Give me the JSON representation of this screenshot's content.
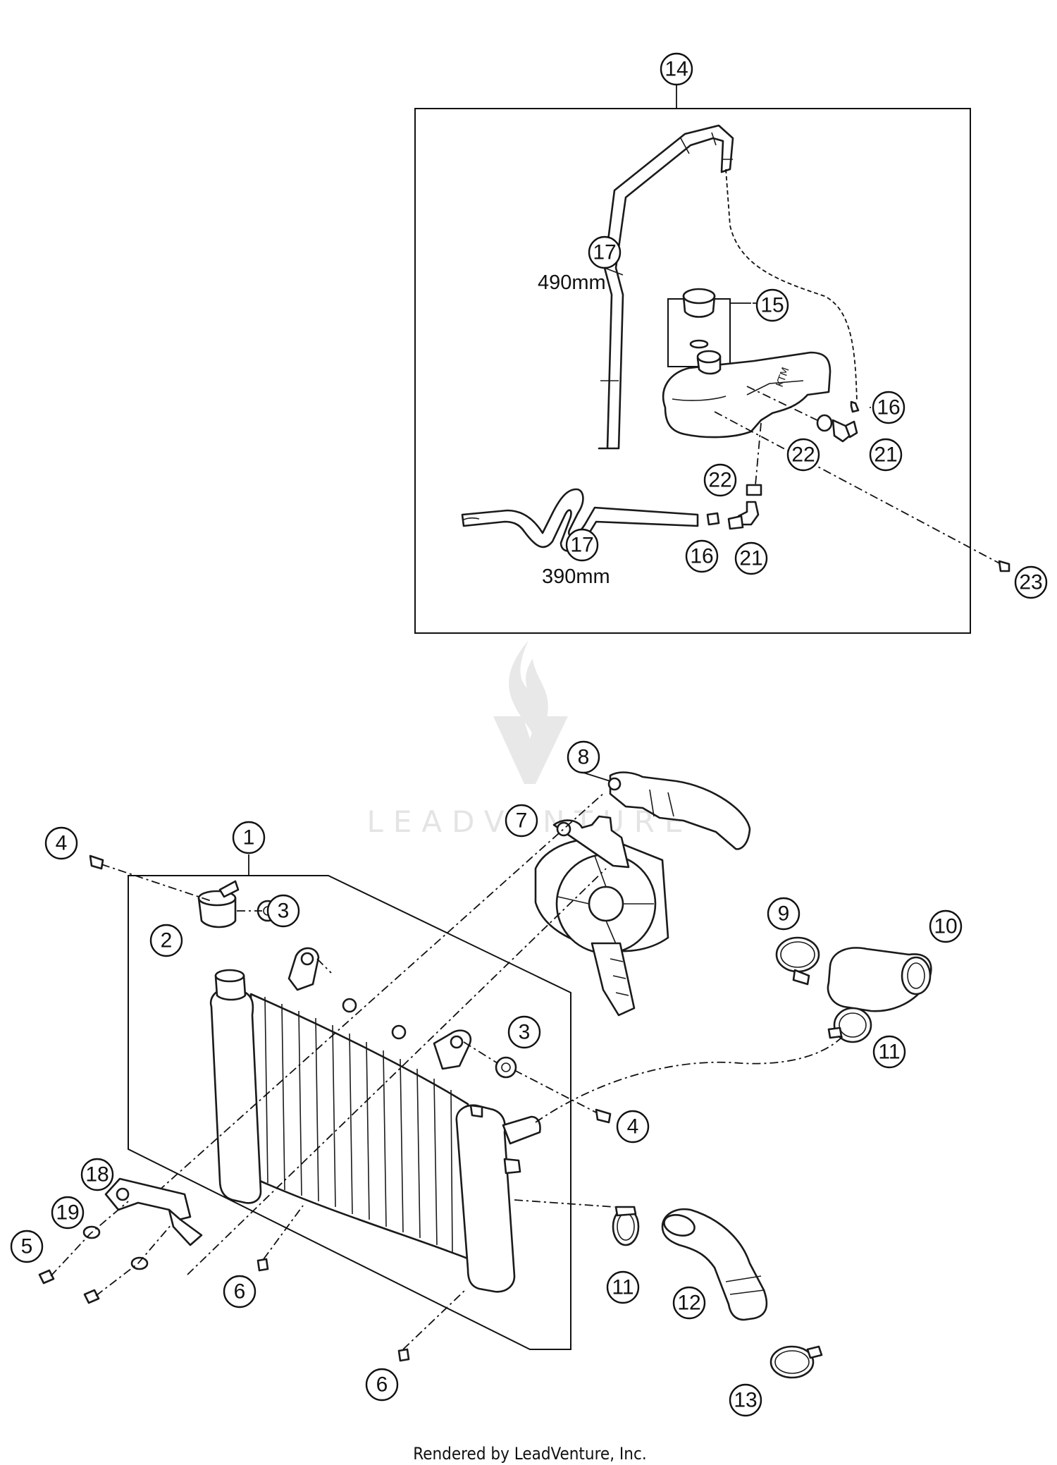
{
  "callouts": [
    {
      "id": "c14",
      "label": "14"
    },
    {
      "id": "c17a",
      "label": "17"
    },
    {
      "id": "c15",
      "label": "15"
    },
    {
      "id": "c16a",
      "label": "16"
    },
    {
      "id": "c22a",
      "label": "22"
    },
    {
      "id": "c21a",
      "label": "21"
    },
    {
      "id": "c22b",
      "label": "22"
    },
    {
      "id": "c17b",
      "label": "17"
    },
    {
      "id": "c16b",
      "label": "16"
    },
    {
      "id": "c21b",
      "label": "21"
    },
    {
      "id": "c23",
      "label": "23"
    },
    {
      "id": "c8",
      "label": "8"
    },
    {
      "id": "c7",
      "label": "7"
    },
    {
      "id": "c1",
      "label": "1"
    },
    {
      "id": "c4a",
      "label": "4"
    },
    {
      "id": "c3a",
      "label": "3"
    },
    {
      "id": "c2",
      "label": "2"
    },
    {
      "id": "c9",
      "label": "9"
    },
    {
      "id": "c10",
      "label": "10"
    },
    {
      "id": "c11a",
      "label": "11"
    },
    {
      "id": "c3b",
      "label": "3"
    },
    {
      "id": "c4b",
      "label": "4"
    },
    {
      "id": "c18",
      "label": "18"
    },
    {
      "id": "c19",
      "label": "19"
    },
    {
      "id": "c5",
      "label": "5"
    },
    {
      "id": "c6a",
      "label": "6"
    },
    {
      "id": "c11b",
      "label": "11"
    },
    {
      "id": "c12",
      "label": "12"
    },
    {
      "id": "c6b",
      "label": "6"
    },
    {
      "id": "c13",
      "label": "13"
    }
  ],
  "hose_lengths": {
    "upper": "490mm",
    "lower": "390mm"
  },
  "watermark": "LEADVENTURE",
  "footer": "Rendered by LeadVenture, Inc."
}
